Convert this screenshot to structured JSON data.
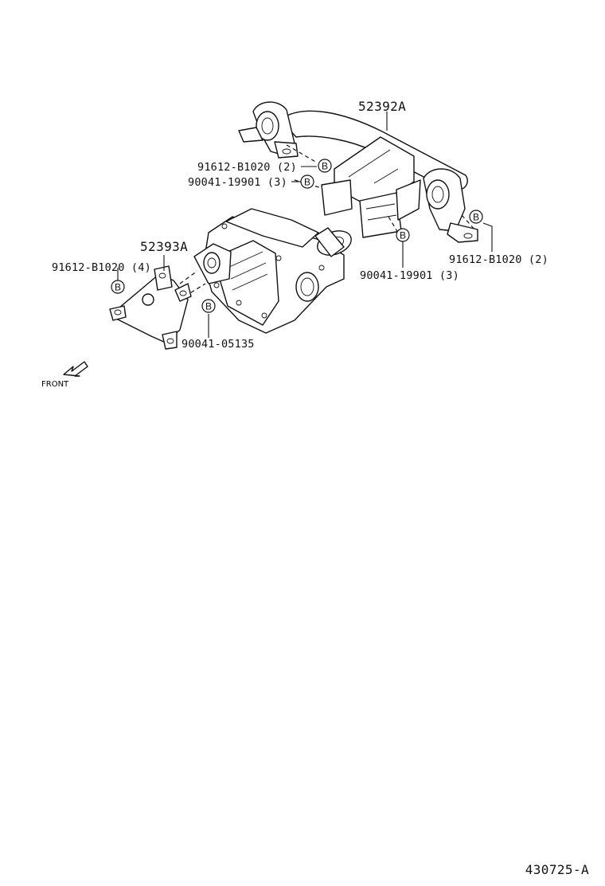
{
  "diagram": {
    "callout_symbol": "B",
    "labels": {
      "crossmember": "52392A",
      "bracket": "52393A",
      "bolt_top_left": "91612-B1020 (2)",
      "bolt_mid_left": "90041-19901 (3)",
      "bolt_right": "91612-B1020 (2)",
      "bolt_right_lower": "90041-19901 (3)",
      "bolt_left": "91612-B1020 (4)",
      "bolt_bottom": "90041-05135"
    },
    "front_label": "FRONT",
    "figure_id": "430725-A"
  }
}
